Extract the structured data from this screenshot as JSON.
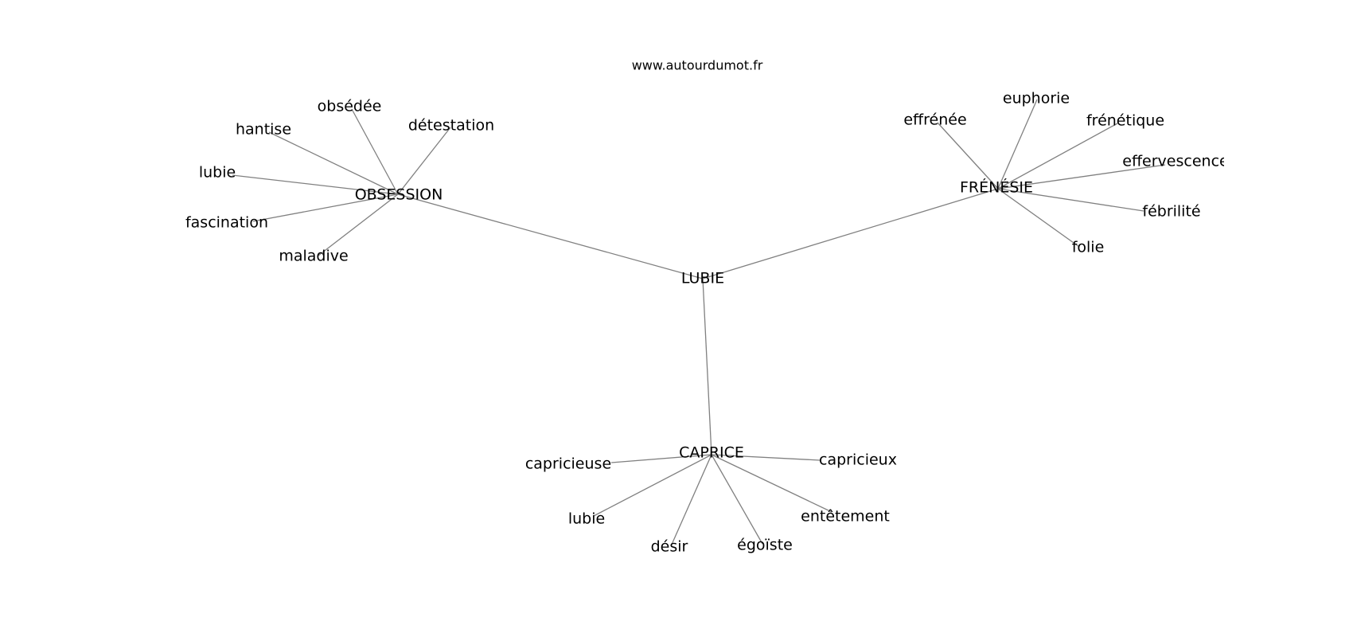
{
  "site": "www.autourdumot.fr",
  "graph": {
    "center": "LUBIE",
    "groups": [
      {
        "hub": "OBSESSION",
        "words": [
          "obsédée",
          "hantise",
          "détestation",
          "lubie",
          "fascination",
          "maladive"
        ]
      },
      {
        "hub": "FRÉNÉSIE",
        "words": [
          "effrénée",
          "euphorie",
          "frénétique",
          "effervescence",
          "fébrilité",
          "folie"
        ]
      },
      {
        "hub": "CAPRICE",
        "words": [
          "capricieuse",
          "capricieux",
          "lubie",
          "entêtement",
          "désir",
          "égoïste"
        ]
      }
    ]
  }
}
